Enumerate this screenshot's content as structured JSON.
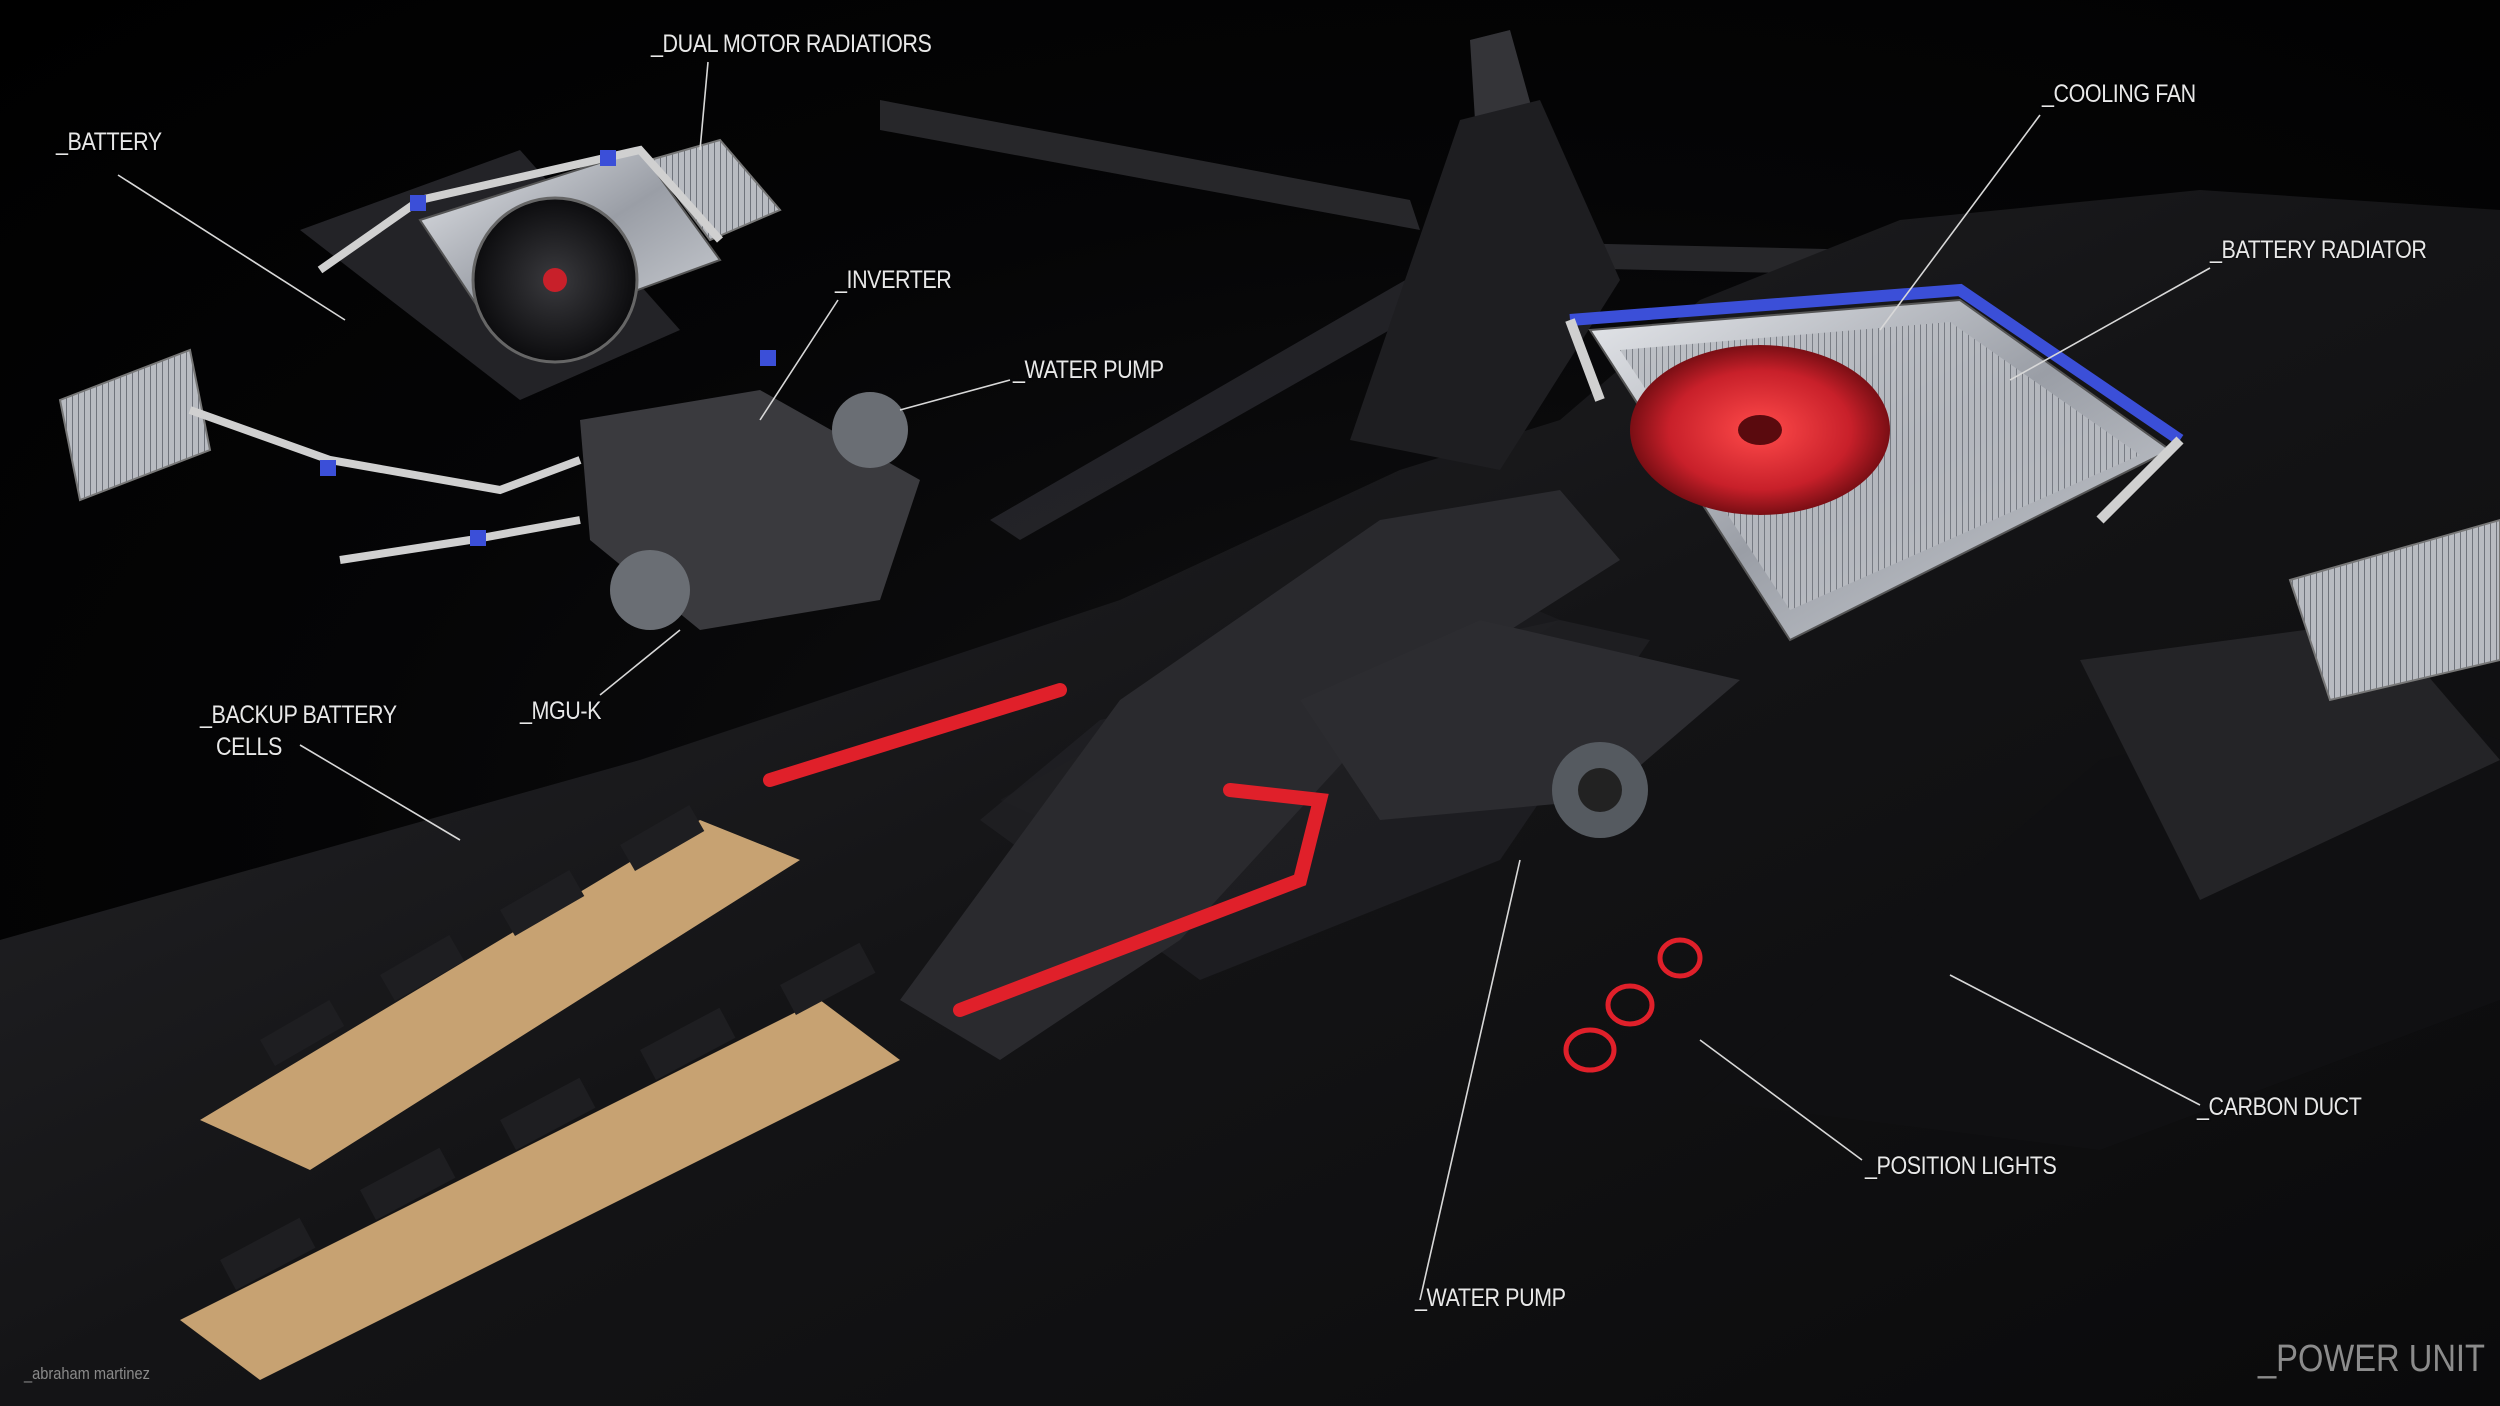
{
  "labels": {
    "dual_motor_radiators": "_DUAL MOTOR RADIATIORS",
    "battery": "_BATTERY",
    "inverter": "_INVERTER",
    "water_pump_top": "_WATER PUMP",
    "mgu_k": "_MGU-K",
    "backup_battery_line1": "_BACKUP BATTERY",
    "backup_battery_line2": "CELLS",
    "cooling_fan": "_COOLING FAN",
    "battery_radiator": "_BATTERY RADIATOR",
    "carbon_duct": "_CARBON DUCT",
    "position_lights": "_POSITION LIGHTS",
    "water_pump_bottom": "_WATER PUMP"
  },
  "credit": "_abraham martinez",
  "caption": "_POWER UNIT",
  "colors": {
    "background": "#000000",
    "carbon": "#1c1c1f",
    "radiator_silver": "#b9bcc2",
    "coolant_blue": "#3b4fd8",
    "fan_red": "#c8202a",
    "cable_red": "#e0202a",
    "battery_gold": "#c7a272",
    "label_text": "#e8e8e8"
  }
}
